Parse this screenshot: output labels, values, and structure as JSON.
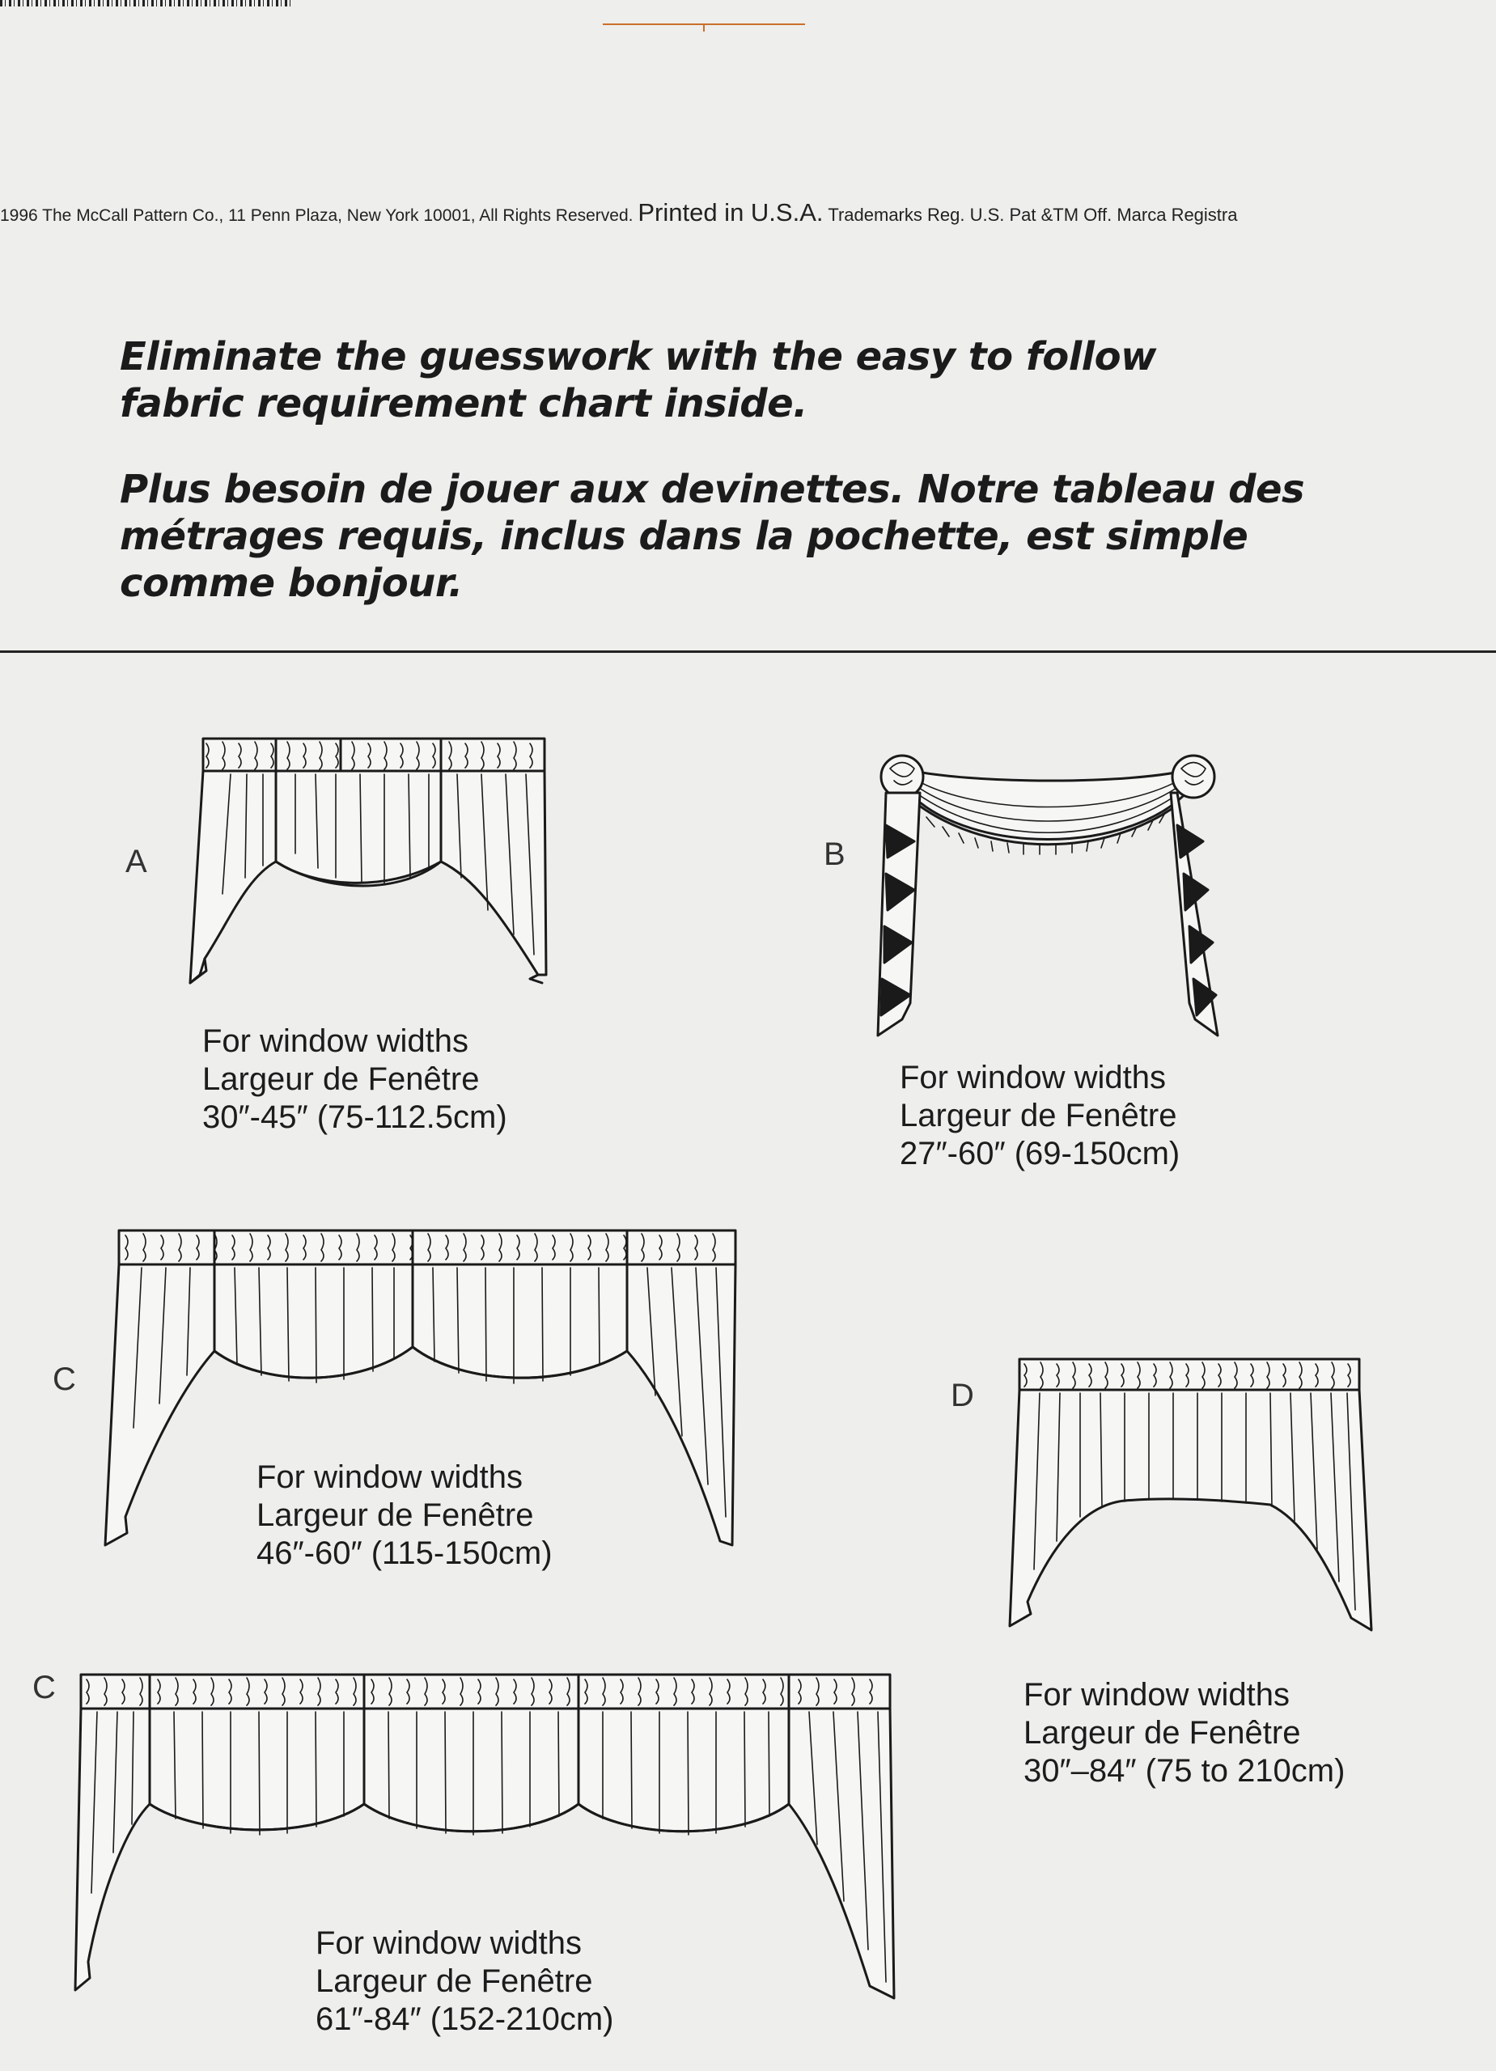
{
  "header": {
    "copyright_main": "1996 The McCall Pattern Co., 11 Penn Plaza, New York 10001, All Rights Reserved.",
    "printed": "Printed in U.S.A.",
    "trademarks": "Trademarks Reg. U.S. Pat &TM Off. Marca Registra"
  },
  "intro": {
    "english": [
      "Eliminate the guesswork with the easy to follow",
      "fabric requirement chart inside."
    ],
    "french": [
      "Plus besoin de jouer aux devinettes. Notre tableau des",
      "métrages requis, inclus dans la pochette, est simple",
      "comme bonjour."
    ]
  },
  "views": [
    {
      "letter": "A",
      "caption": [
        "For window widths",
        "Largeur de Fenêtre",
        "30″-45″ (75-112.5cm)"
      ]
    },
    {
      "letter": "B",
      "caption": [
        "For window widths",
        "Largeur de Fenêtre",
        "27″-60″ (69-150cm)"
      ]
    },
    {
      "letter": "C",
      "caption": [
        "For window widths",
        "Largeur de Fenêtre",
        "46″-60″ (115-150cm)"
      ]
    },
    {
      "letter": "D",
      "caption": [
        "For window widths",
        "Largeur de Fenêtre",
        "30″–84″ (75 to 210cm)"
      ]
    },
    {
      "letter": "C",
      "caption": [
        "For window widths",
        "Largeur de Fenêtre",
        "61″-84″ (152-210cm)"
      ]
    }
  ]
}
